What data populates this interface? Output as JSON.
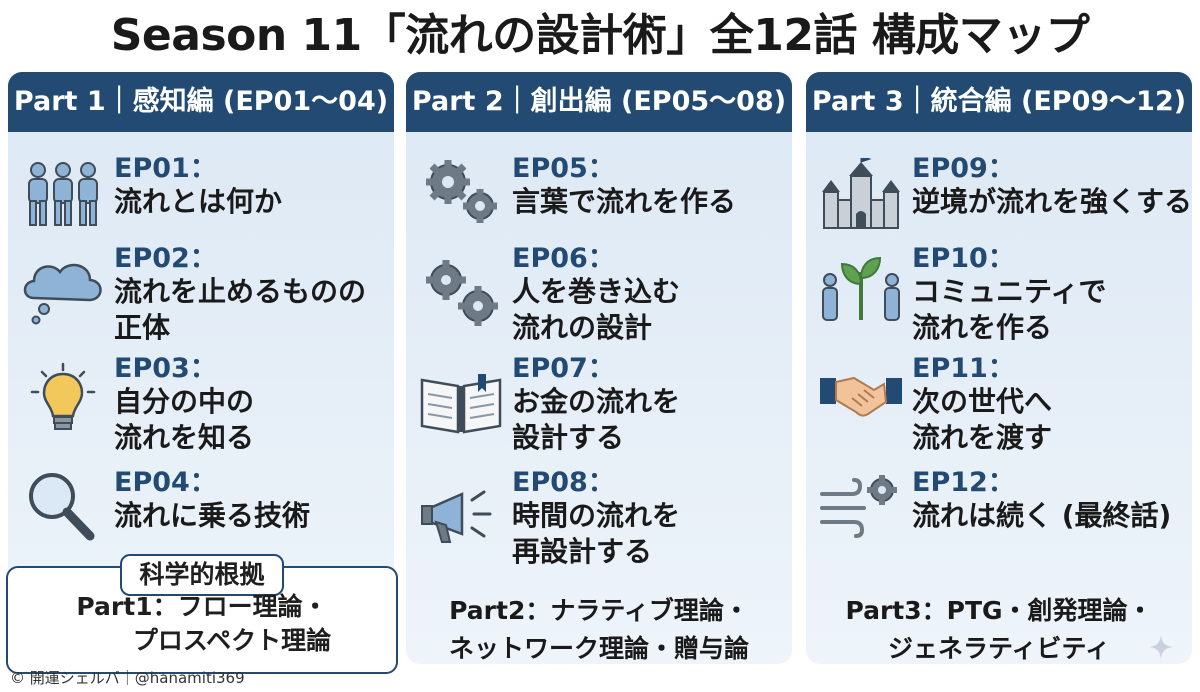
{
  "title": "Season 11「流れの設計術」全12話 構成マップ",
  "parts": [
    {
      "header": "Part 1｜感知編 (EP01～04)",
      "episodes": [
        {
          "code": "EP01：",
          "lines": [
            "流れとは何か"
          ],
          "icon": "people-icon"
        },
        {
          "code": "EP02：",
          "lines": [
            "流れを止めるものの",
            "正体"
          ],
          "icon": "thought-cloud-icon"
        },
        {
          "code": "EP03：",
          "lines": [
            "自分の中の",
            "流れを知る"
          ],
          "icon": "lightbulb-icon"
        },
        {
          "code": "EP04：",
          "lines": [
            "流れに乗る技術"
          ],
          "icon": "magnifier-icon"
        }
      ],
      "basis_heading": "科学的根拠",
      "basis_lines": [
        "Part1：フロー理論・",
        "プロスペクト理論"
      ]
    },
    {
      "header": "Part 2｜創出編 (EP05～08)",
      "episodes": [
        {
          "code": "EP05：",
          "lines": [
            "言葉で流れを作る"
          ],
          "icon": "gears-icon"
        },
        {
          "code": "EP06：",
          "lines": [
            "人を巻き込む",
            "流れの設計"
          ],
          "icon": "gears-icon"
        },
        {
          "code": "EP07：",
          "lines": [
            "お金の流れを",
            "設計する"
          ],
          "icon": "book-icon"
        },
        {
          "code": "EP08：",
          "lines": [
            "時間の流れを",
            "再設計する"
          ],
          "icon": "megaphone-icon"
        }
      ],
      "basis_lines": [
        "Part2：ナラティブ理論・",
        "ネットワーク理論・贈与論"
      ]
    },
    {
      "header": "Part 3｜統合編 (EP09～12)",
      "episodes": [
        {
          "code": "EP09：",
          "lines": [
            "逆境が流れを強くする"
          ],
          "icon": "castle-icon"
        },
        {
          "code": "EP10：",
          "lines": [
            "コミュニティで",
            "流れを作る"
          ],
          "icon": "sprout-icon"
        },
        {
          "code": "EP11：",
          "lines": [
            "次の世代へ",
            "流れを渡す"
          ],
          "icon": "handshake-icon"
        },
        {
          "code": "EP12：",
          "lines": [
            "流れは続く (最終話)"
          ],
          "icon": "wind-gear-icon"
        }
      ],
      "basis_lines": [
        "Part3：PTG・創発理論・",
        "ジェネラティビティ"
      ]
    }
  ],
  "footer": "© 開運シェルパ｜@hanamiti369",
  "colors": {
    "header": "#224a72",
    "code": "#224a72",
    "panel_top": "#dce8f4",
    "panel_bottom": "#eef4fa",
    "icon": "#5d6b78",
    "icon_blue": "#8fb3d6"
  }
}
